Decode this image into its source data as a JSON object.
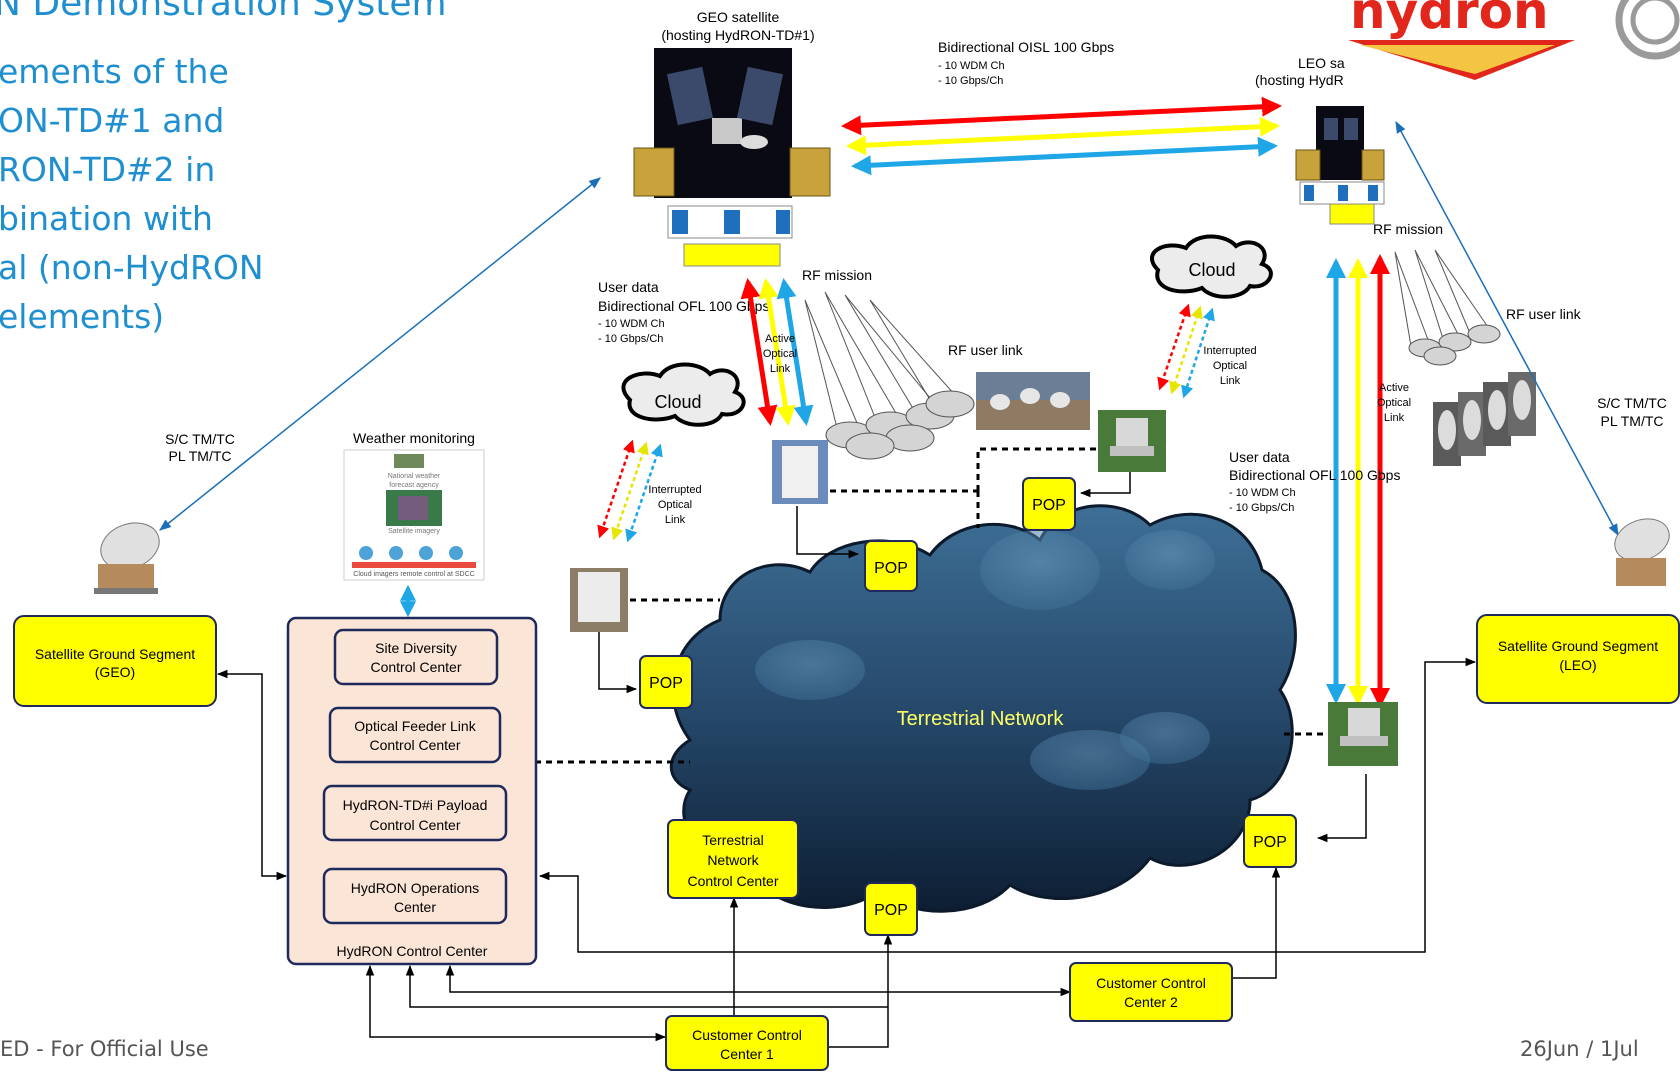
{
  "slide": {
    "title_fragment": "N Demonstration System",
    "side_text": [
      "ements of the",
      "ON-TD#1 and",
      "RON-TD#2 in",
      "bination with",
      "al (non-HydRON",
      "elements)"
    ],
    "footer_left": "ED - For Official Use",
    "footer_right": "26Jun / 1Jul",
    "logo_text": "nydron"
  },
  "satellites": {
    "geo": {
      "label_line1": "GEO satellite",
      "label_line2": "(hosting HydRON-TD#1)"
    },
    "leo": {
      "label_line1": "LEO sa",
      "label_line2": "(hosting HydR"
    }
  },
  "oisl": {
    "title": "Bidirectional OISL 100 Gbps",
    "detail1": "- 10 WDM Ch",
    "detail2": "- 10 Gbps/Ch"
  },
  "geo_user_data": {
    "line1": "User data",
    "line2": "Bidirectional OFL 100 Gbps",
    "detail1": "- 10 WDM Ch",
    "detail2": "- 10 Gbps/Ch"
  },
  "leo_user_data": {
    "line1": "User data",
    "line2": "Bidirectional OFL 100 Gbps",
    "detail1": "- 10 WDM Ch",
    "detail2": "- 10 Gbps/Ch"
  },
  "rf_mission_geo": "RF mission",
  "rf_mission_leo": "RF mission",
  "rf_user_link_geo": "RF user link",
  "rf_user_link_leo": "RF user link",
  "active_link_geo": [
    "Active",
    "Optical",
    "Link"
  ],
  "active_link_leo": [
    "Active",
    "Optical",
    "Link"
  ],
  "interrupted_left": [
    "Interrupted",
    "Optical",
    "Link"
  ],
  "interrupted_right": [
    "Interrupted",
    "Optical",
    "Link"
  ],
  "cloud_left": "Cloud",
  "cloud_right": "Cloud",
  "sc_tmtc_left": [
    "S/C TM/TC",
    "PL TM/TC"
  ],
  "sc_tmtc_right": [
    "S/C TM/TC",
    "PL TM/TC"
  ],
  "weather": {
    "label": "Weather monitoring",
    "agency": [
      "National weather",
      "forecast agency"
    ],
    "imagery": "Satellite imagery",
    "remote": "Cloud imagers remote control at SDCC"
  },
  "ground_geo": [
    "Satellite Ground Segment",
    "(GEO)"
  ],
  "ground_leo": [
    "Satellite Ground Segment",
    "(LEO)"
  ],
  "control_center": {
    "label": "HydRON Control Center",
    "site_diversity": [
      "Site Diversity",
      "Control Center"
    ],
    "ofl": [
      "Optical Feeder Link",
      "Control Center"
    ],
    "payload": [
      "HydRON-TD#i Payload",
      "Control Center"
    ],
    "operations": [
      "HydRON Operations",
      "Center"
    ]
  },
  "terrestrial_network": "Terrestrial Network",
  "tncc": [
    "Terrestrial",
    "Network",
    "Control Center"
  ],
  "pop_label": "POP",
  "customer1": [
    "Customer Control",
    "Center 1"
  ],
  "customer2": [
    "Customer Control",
    "Center 2"
  ],
  "colors": {
    "title_blue": "#1f8fd0",
    "box_yellow": "#ffff00",
    "box_border": "#1f2a5c",
    "cloud_dark": "#0d1e33",
    "cloud_light": "#3e6f96",
    "link_red": "#ff0000",
    "link_yellow": "#ffff00",
    "link_blue": "#1ea6e6",
    "control_center_fill": "#fbe5d6",
    "tn_text": "#ffff66",
    "logo_red": "#e1261c"
  }
}
